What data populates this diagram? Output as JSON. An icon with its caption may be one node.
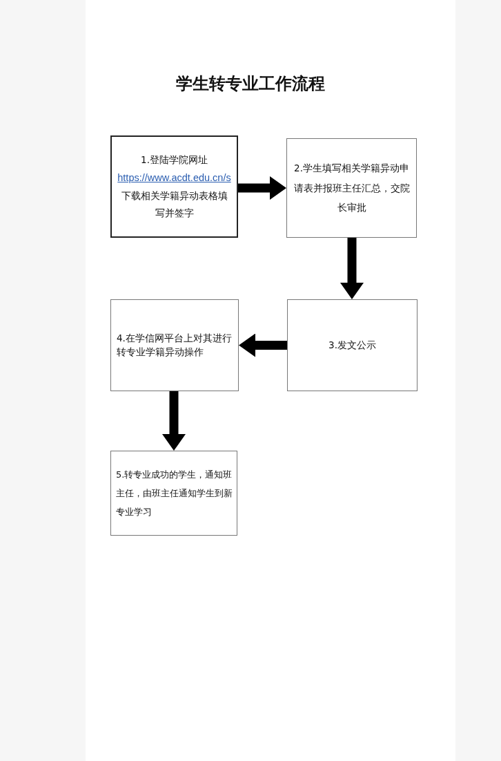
{
  "diagram": {
    "title": "学生转专业工作流程",
    "nodes": [
      {
        "text": [
          "1.登陆学院网址",
          "https://www.acdt.edu.cn/s",
          "下载相关学籍异动表格填写并签字"
        ]
      },
      {
        "text": [
          "2.学生填写相关学籍异动申请表并报班主任汇总，交院长审批"
        ]
      },
      {
        "text": [
          "3.发文公示"
        ]
      },
      {
        "text": [
          "4.在学信网平台上对其进行转专业学籍异动操作"
        ]
      },
      {
        "text": [
          "5.转专业成功的学生，通知班主任，由班主任通知学生到新专业学习"
        ]
      }
    ],
    "edges": [
      {
        "from": 0,
        "to": 1,
        "arrow": "to"
      },
      {
        "from": 1,
        "to": 2,
        "arrow": "to"
      },
      {
        "from": 2,
        "to": 3,
        "arrow": "to"
      },
      {
        "from": 3,
        "to": 4,
        "arrow": "to"
      }
    ]
  }
}
